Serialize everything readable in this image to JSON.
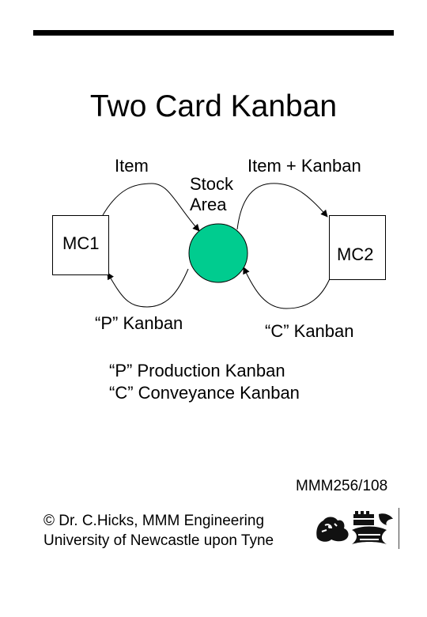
{
  "title": "Two Card Kanban",
  "labels": {
    "item": "Item",
    "stock_area_line1": "Stock",
    "stock_area_line2": "Area",
    "item_kanban": "Item + Kanban",
    "p_kanban": "“P” Kanban",
    "c_kanban": "“C” Kanban"
  },
  "machines": {
    "mc1": "MC1",
    "mc2": "MC2"
  },
  "legend": {
    "p": "“P” Production Kanban",
    "c": "“C” Conveyance Kanban"
  },
  "footer": {
    "ref": "MMM256/108",
    "credit_line1": "© Dr. C.Hicks, MMM Engineering",
    "credit_line2": "University of Newcastle upon Tyne"
  },
  "colors": {
    "stock_fill": "#00cc8f"
  },
  "icons": {
    "logo": "university-lion-crest-icon"
  }
}
